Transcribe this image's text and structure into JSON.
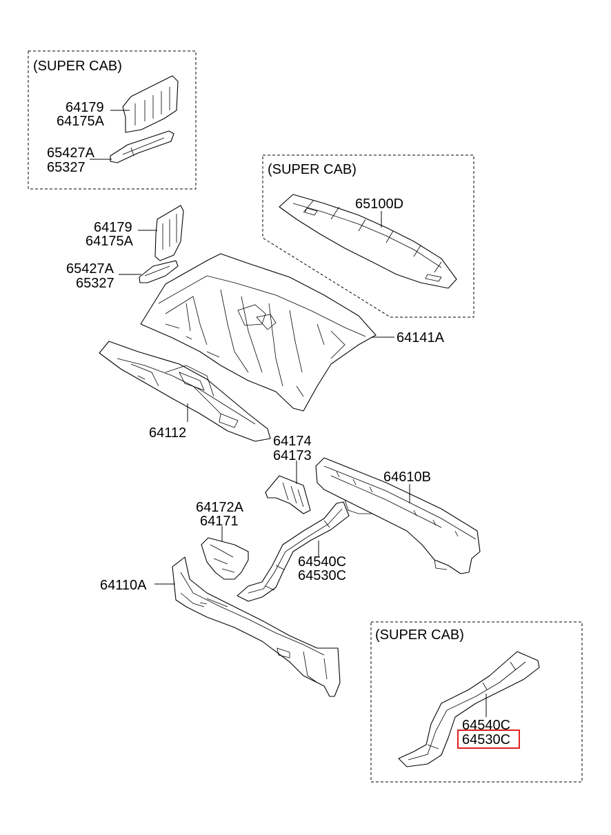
{
  "colors": {
    "highlight": "#e02020",
    "line": "#000000",
    "background": "#ffffff"
  },
  "groups": [
    {
      "id": "super-cab-a",
      "label": "(SUPER CAB)"
    },
    {
      "id": "super-cab-b",
      "label": "(SUPER CAB)"
    },
    {
      "id": "super-cab-c",
      "label": "(SUPER CAB)"
    }
  ],
  "labels": {
    "p64179_top": "64179",
    "p64175A_top": "64175A",
    "p65427A_top": "65427A",
    "p65327_top": "65327",
    "p65100D": "65100D",
    "p64179": "64179",
    "p64175A": "64175A",
    "p65427A": "65427A",
    "p65327": "65327",
    "p64141A": "64141A",
    "p64112": "64112",
    "p64174": "64174",
    "p64173": "64173",
    "p64610B": "64610B",
    "p64172A": "64172A",
    "p64171": "64171",
    "p64540C": "64540C",
    "p64530C": "64530C",
    "p64110A": "64110A",
    "p64540C_sc": "64540C",
    "p64530C_sc": "64530C"
  },
  "highlighted_part": "64530C"
}
